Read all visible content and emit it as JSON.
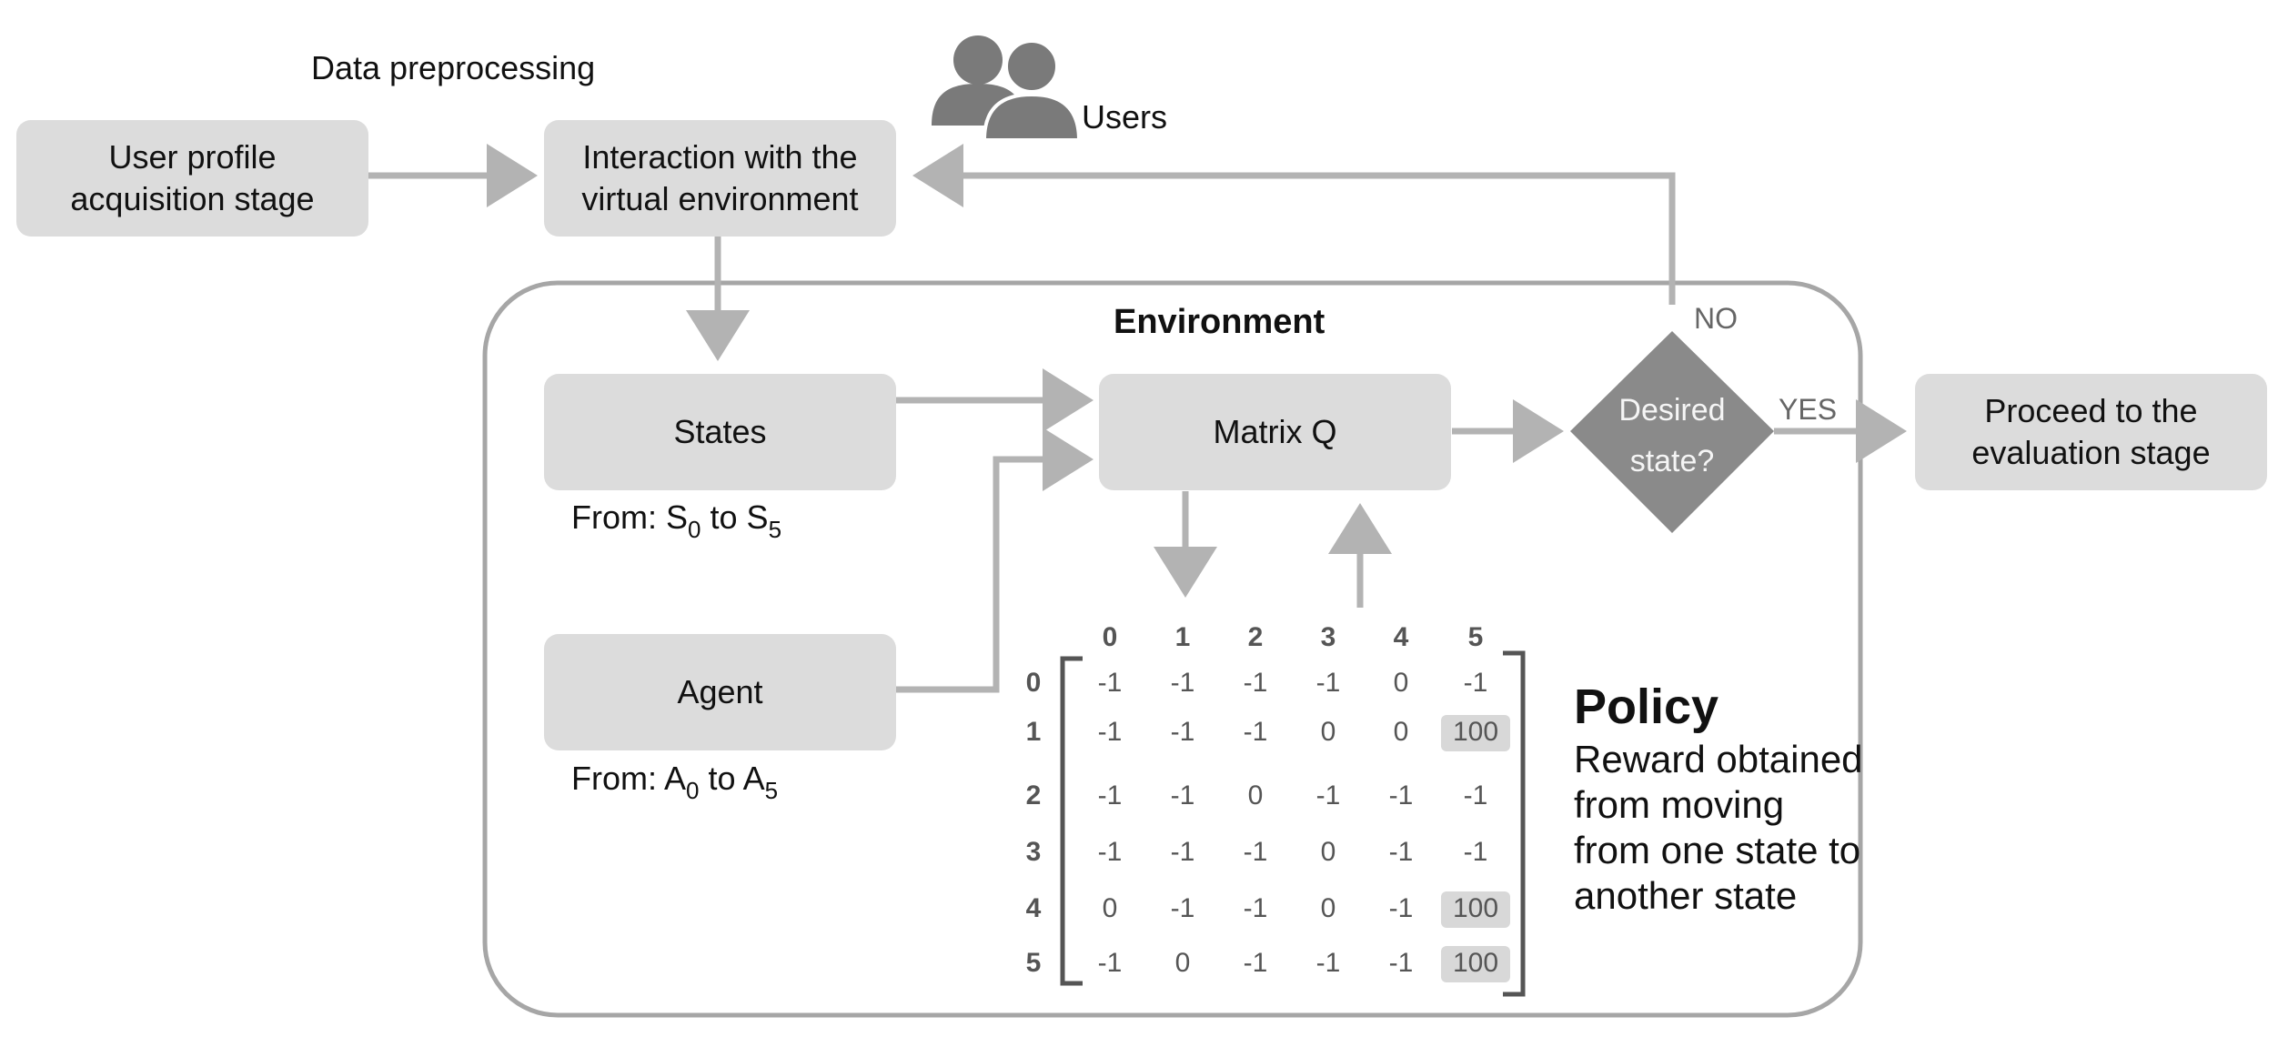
{
  "header": {
    "data_preprocessing": "Data preprocessing",
    "users_label": "Users"
  },
  "boxes": {
    "user_profile": "User profile acquisition stage",
    "interaction": "Interaction with the virtual environment",
    "states": "States",
    "matrix_q": "Matrix Q",
    "agent": "Agent",
    "proceed": "Proceed to the evaluation stage"
  },
  "environment": {
    "title": "Environment"
  },
  "states_range": {
    "prefix": "From: S",
    "from_sub": "0",
    "to": "to",
    "to_var": "S",
    "to_sub": "5"
  },
  "agent_range": {
    "prefix": "From: A",
    "from_sub": "0",
    "to": "to",
    "to_var": "A",
    "to_sub": "5"
  },
  "decision": {
    "line1": "Desired",
    "line2": "state?",
    "no": "NO",
    "yes": "YES"
  },
  "matrix": {
    "col_headers": [
      "0",
      "1",
      "2",
      "3",
      "4",
      "5"
    ],
    "row_headers": [
      "0",
      "1",
      "2",
      "3",
      "4",
      "5"
    ],
    "rows": [
      [
        "-1",
        "-1",
        "-1",
        "-1",
        "0",
        "-1"
      ],
      [
        "-1",
        "-1",
        "-1",
        "0",
        "0",
        "100"
      ],
      [
        "-1",
        "-1",
        "0",
        "-1",
        "-1",
        "-1"
      ],
      [
        "-1",
        "-1",
        "-1",
        "0",
        "-1",
        "-1"
      ],
      [
        "0",
        "-1",
        "-1",
        "0",
        "-1",
        "100"
      ],
      [
        "-1",
        "0",
        "-1",
        "-1",
        "-1",
        "100"
      ]
    ]
  },
  "policy": {
    "title": "Policy",
    "text": "Reward obtained from moving from one state to another state"
  },
  "colors": {
    "box": "#dcdcdc",
    "arrow": "#b3b3b3",
    "diamond": "#8a8a8a",
    "env_border": "#a6a6a6"
  }
}
